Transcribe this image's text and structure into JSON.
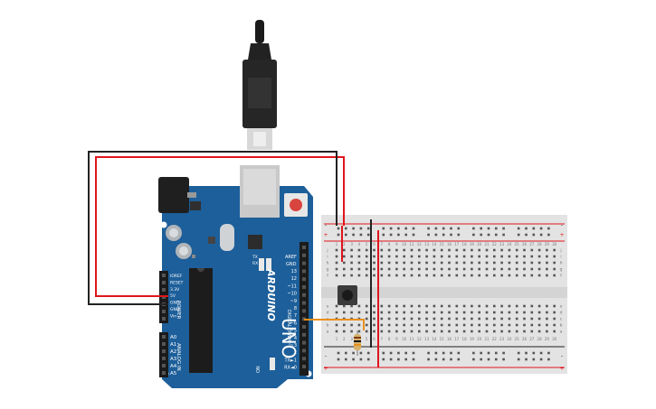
{
  "board": {
    "brand": "ARDUINO",
    "model": "UNO",
    "on_label": "ON",
    "tx_label": "TX",
    "rx_label": "RX",
    "aref_label": "AREF",
    "gnd_label": "GND",
    "digital_label": "DIGITAL (PWM~)",
    "digital_pins": [
      "13",
      "12",
      "~11",
      "~10",
      "~9",
      "8",
      "7",
      "~6",
      "~5",
      "4",
      "~3",
      "2",
      "TX►1",
      "RX◄0"
    ],
    "power_label": "POWER",
    "power_pins": [
      "IOREF",
      "RESET",
      "3.3V",
      "5V",
      "GND",
      "GND",
      "Vin"
    ],
    "analog_label": "ANALOG IN",
    "analog_pins": [
      "A0",
      "A1",
      "A2",
      "A3",
      "A4",
      "A5"
    ]
  },
  "breadboard": {
    "column_numbers": [
      "1",
      "2",
      "3",
      "4",
      "5",
      "6",
      "7",
      "8",
      "9",
      "10",
      "11",
      "12",
      "13",
      "14",
      "15",
      "16",
      "17",
      "18",
      "19",
      "20",
      "21",
      "22",
      "23",
      "24",
      "25",
      "26",
      "27",
      "28",
      "29",
      "30"
    ],
    "rows_top": [
      "j",
      "i",
      "h",
      "g",
      "f"
    ],
    "rows_bottom": [
      "e",
      "d",
      "c",
      "b",
      "a"
    ],
    "rail_plus": "+",
    "rail_minus": "-"
  },
  "colors": {
    "board_blue": "#1d5f9a",
    "wire_red": "#e0151b",
    "wire_black": "#222222",
    "wire_orange": "#e8901c",
    "breadboard": "#e3e3e3"
  }
}
